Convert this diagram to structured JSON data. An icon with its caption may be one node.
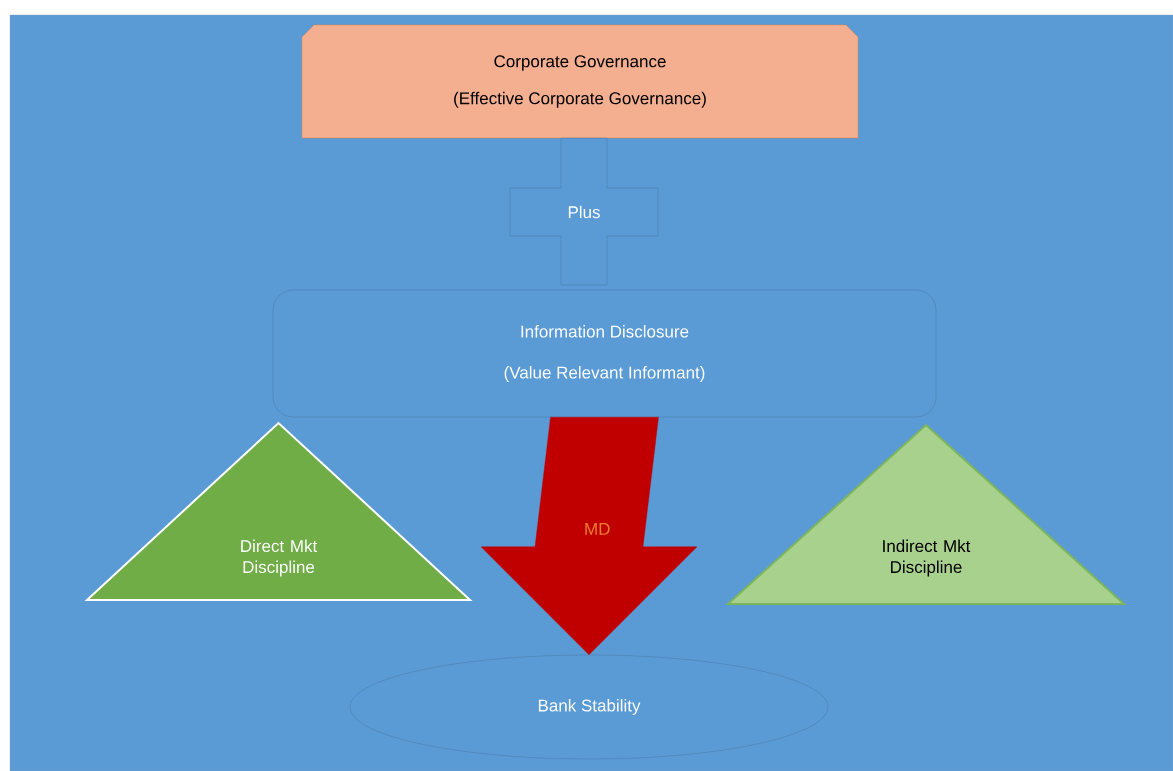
{
  "diagram": {
    "nodes": [
      {
        "text": [
          "Corporate Governance",
          "(Effective Corporate Governance)"
        ]
      },
      {
        "text": [
          "Plus"
        ]
      },
      {
        "text": [
          "Information Disclosure",
          "(Value Relevant Informant)"
        ]
      },
      {
        "text": [
          "Direct Mkt Discipline"
        ]
      },
      {
        "text": [
          "Indirect Mkt Discipline"
        ]
      },
      {
        "text": [
          "Bank Stability"
        ]
      }
    ],
    "edges": [
      {
        "from": 2,
        "to": 5,
        "arrow": "to",
        "label": "MD",
        "color": "#c00000"
      }
    ]
  }
}
